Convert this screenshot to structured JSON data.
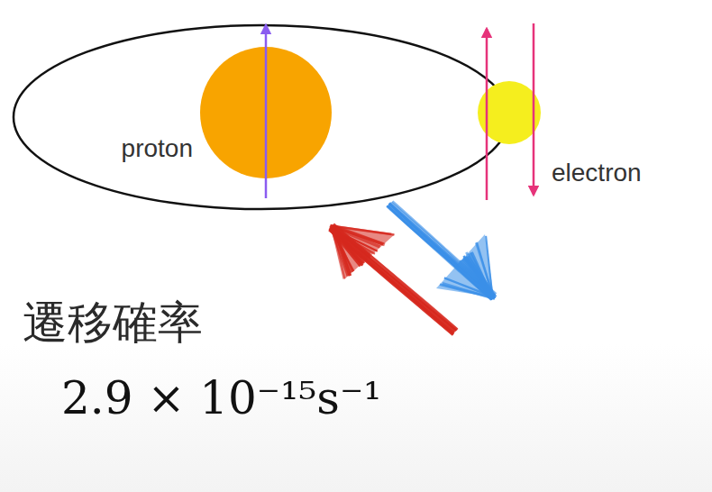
{
  "diagram": {
    "nodes": [
      {
        "text": [
          "proton"
        ]
      },
      {
        "text": [
          "electron"
        ]
      }
    ],
    "labels": [
      "遷移確率",
      "2.9 × 10⁻¹⁵s⁻¹"
    ]
  }
}
